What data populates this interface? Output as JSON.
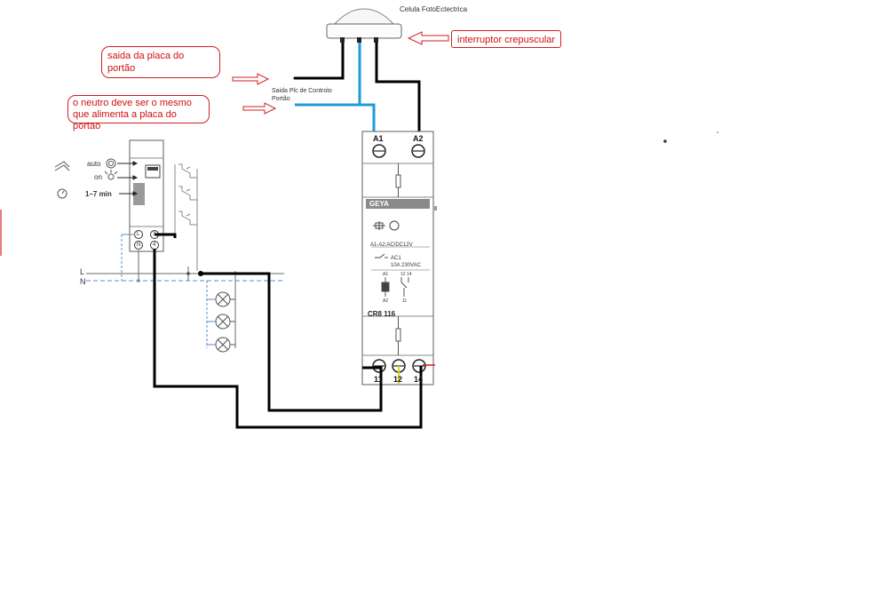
{
  "photocell": {
    "title": "Celula FotoEctectrica"
  },
  "notes": {
    "gate_output": "saida da placa do portão",
    "neutral": "o neutro deve ser o mesmo que alimenta a placa do portao",
    "twilight_switch": "interruptor crepuscular"
  },
  "gate_plc": {
    "label": "Saida Plc de Controlo Portão"
  },
  "relay": {
    "brand": "GEYA",
    "coil": "A1-A2:AC/DC12V",
    "contact_label": "AC1",
    "contact_rating": "10A 230VAC",
    "model": "CR8 116",
    "terminals_top": [
      "A1",
      "A2"
    ],
    "terminals_bottom": [
      "11",
      "12",
      "14"
    ],
    "schematic_labels": [
      "A1",
      "12 14",
      "A2",
      "11"
    ]
  },
  "timer": {
    "auto": "auto",
    "on": "on",
    "range": "1–7 min",
    "terminals": [
      "L",
      "3",
      "N",
      "4"
    ]
  },
  "mains": {
    "line": "L",
    "neutral": "N"
  },
  "colors": {
    "black_wire": "#000000",
    "blue_wire": "#1e9bd7",
    "annotation_red": "#d41f1f",
    "component_gray": "#6b6b6b",
    "dashed_blue": "#5a8fc4",
    "yellow_lead": "#d8d820"
  }
}
